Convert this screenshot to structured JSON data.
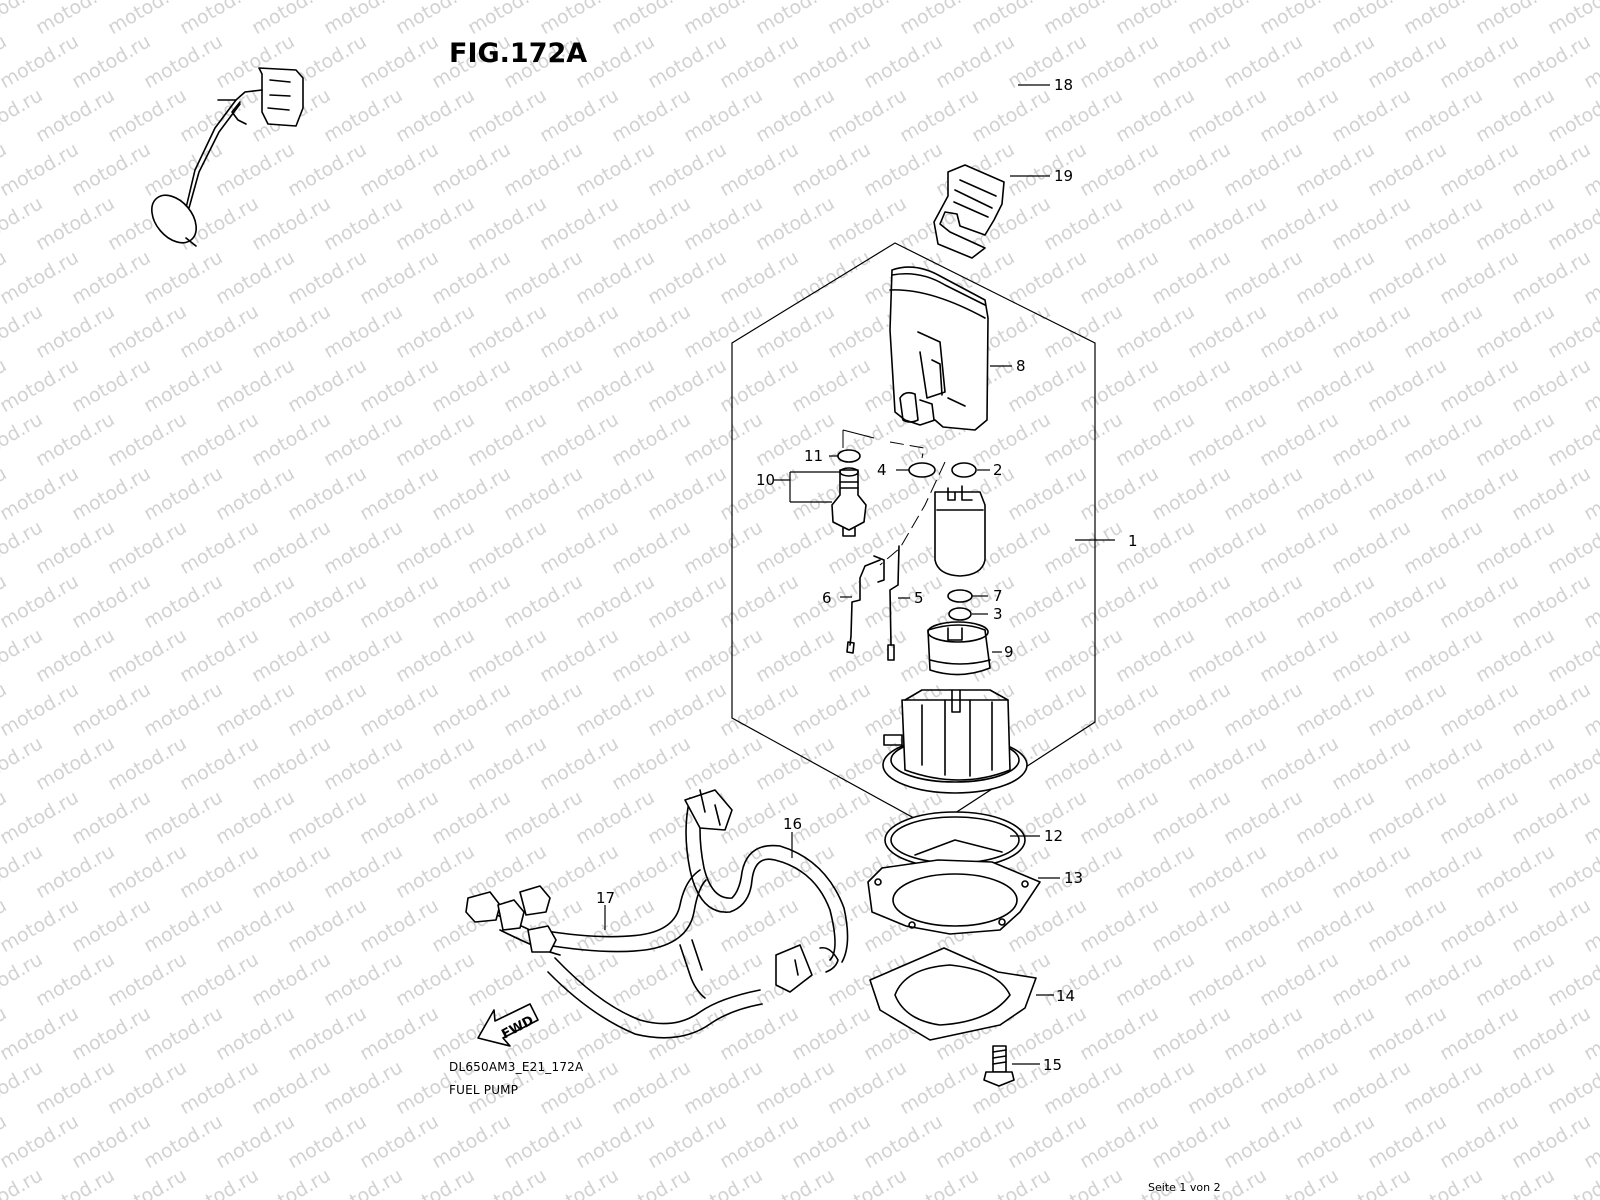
{
  "figure": {
    "title": "FIG.172A",
    "model_code": "DL650AM3_E21_172A",
    "name": "FUEL PUMP",
    "page_indicator": "Seite 1 von 2"
  },
  "watermark": {
    "text": "motod.ru"
  },
  "fwd_label": "FWD",
  "callouts": [
    {
      "id": "p1",
      "label": "1"
    },
    {
      "id": "p2",
      "label": "2"
    },
    {
      "id": "p3",
      "label": "3"
    },
    {
      "id": "p4",
      "label": "4"
    },
    {
      "id": "p5",
      "label": "5"
    },
    {
      "id": "p6",
      "label": "6"
    },
    {
      "id": "p7",
      "label": "7"
    },
    {
      "id": "p8",
      "label": "8"
    },
    {
      "id": "p9",
      "label": "9"
    },
    {
      "id": "p10",
      "label": "10"
    },
    {
      "id": "p11",
      "label": "11"
    },
    {
      "id": "p12",
      "label": "12"
    },
    {
      "id": "p13",
      "label": "13"
    },
    {
      "id": "p14",
      "label": "14"
    },
    {
      "id": "p15",
      "label": "15"
    },
    {
      "id": "p16",
      "label": "16"
    },
    {
      "id": "p17",
      "label": "17"
    },
    {
      "id": "p18",
      "label": "18"
    },
    {
      "id": "p19",
      "label": "19"
    }
  ]
}
